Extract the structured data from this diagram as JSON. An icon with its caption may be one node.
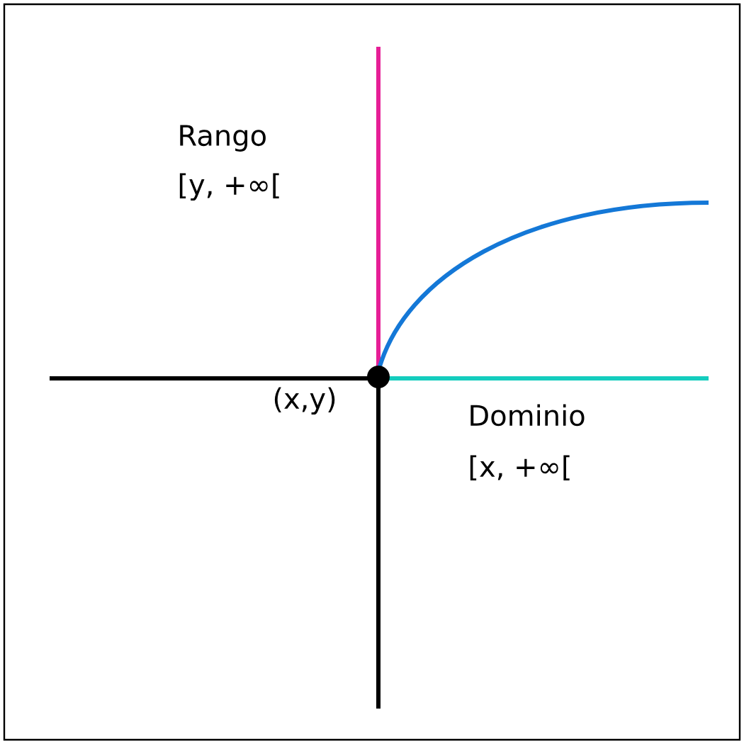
{
  "diagram": {
    "labels": [
      "Rango",
      "[y, +∞[",
      "(x,y)",
      "Dominio",
      "[x, +∞["
    ]
  }
}
